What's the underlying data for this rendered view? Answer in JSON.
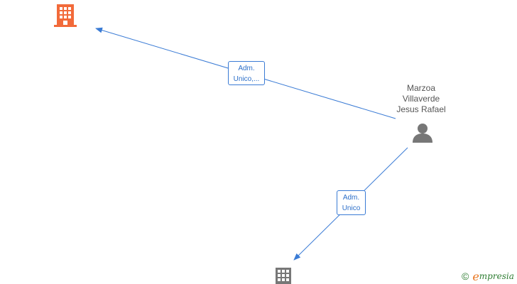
{
  "nodes": {
    "company_top": {
      "icon": "building-icon",
      "color": "#f26a3a"
    },
    "company_bottom": {
      "icon": "building-icon",
      "color": "#777777"
    },
    "person": {
      "icon": "person-icon",
      "color": "#777777",
      "name_lines": [
        "Marzoa",
        "Villaverde",
        "Jesus Rafael"
      ]
    }
  },
  "edges": [
    {
      "label_lines": [
        "Adm.",
        "Unico,..."
      ],
      "color": "#3a7bd5"
    },
    {
      "label_lines": [
        "Adm.",
        "Unico"
      ],
      "color": "#3a7bd5"
    }
  ],
  "credit": {
    "copyright": "©",
    "brand_initial": "e",
    "brand_rest": "mpresia"
  }
}
